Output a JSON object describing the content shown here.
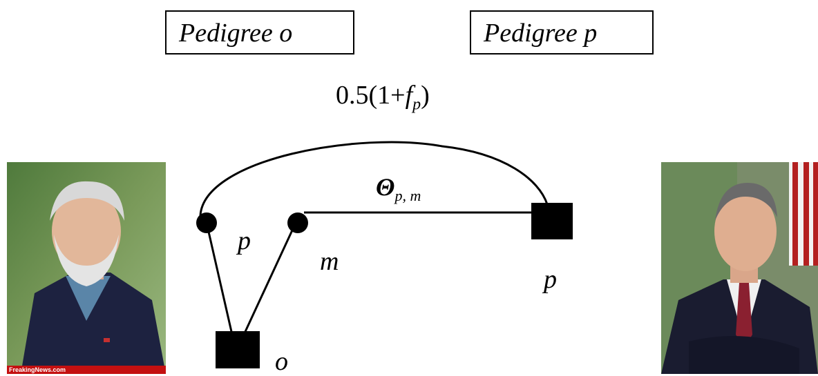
{
  "boxes": {
    "pedigree_o": "Pedigree o",
    "pedigree_p": "Pedigree p"
  },
  "formula": {
    "prefix": "0.5(1+",
    "var": "f",
    "sub": "p",
    "suffix": ")"
  },
  "theta": {
    "symbol": "Θ",
    "sub": "p, m"
  },
  "labels": {
    "p_left": "p",
    "m": "m",
    "p_right": "p",
    "o": "o"
  },
  "photos": {
    "left_icon": "portrait-photo-icon",
    "left_watermark": "FreakingNews.com",
    "right_icon": "portrait-photo-icon"
  }
}
